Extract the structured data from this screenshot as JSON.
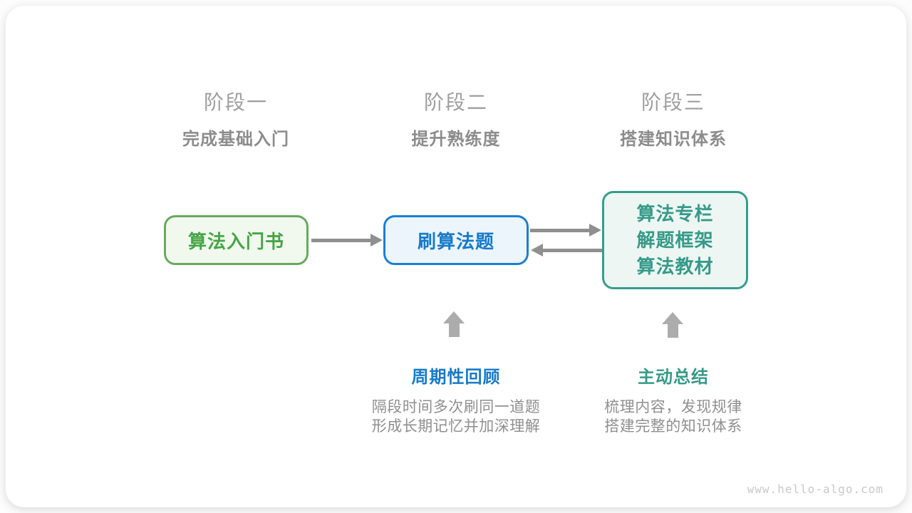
{
  "colors": {
    "stage-title": "#9e9e9e",
    "stage-subtitle": "#8c8c8c",
    "green-text": "#46a546",
    "green-border": "#68a95e",
    "green-bg": "#f1f8ee",
    "blue-text": "#187ac8",
    "blue-border": "#1c7fd2",
    "blue-bg": "#ecf5fc",
    "teal-text": "#369a89",
    "teal-border": "#389c8d",
    "teal-bg": "#edf6f2",
    "arrow": "#8f8f8f",
    "block-arrow": "#acacac",
    "desc": "#8f8f8f",
    "watermark": "#c9c9c9"
  },
  "stages": [
    {
      "title": "阶段一",
      "subtitle": "完成基础入门"
    },
    {
      "title": "阶段二",
      "subtitle": "提升熟练度"
    },
    {
      "title": "阶段三",
      "subtitle": "搭建知识体系"
    }
  ],
  "boxes": {
    "intro_book": {
      "label": "算法入门书"
    },
    "practice": {
      "label": "刷算法题"
    },
    "resources": {
      "lines": [
        "算法专栏",
        "解题框架",
        "算法教材"
      ]
    }
  },
  "annotations": [
    {
      "label": "周期性回顾",
      "desc": [
        "隔段时间多次刷同一道题",
        "形成长期记忆并加深理解"
      ]
    },
    {
      "label": "主动总结",
      "desc": [
        "梳理内容，发现规律",
        "搭建完整的知识体系"
      ]
    }
  ],
  "watermark": "www.hello-algo.com"
}
